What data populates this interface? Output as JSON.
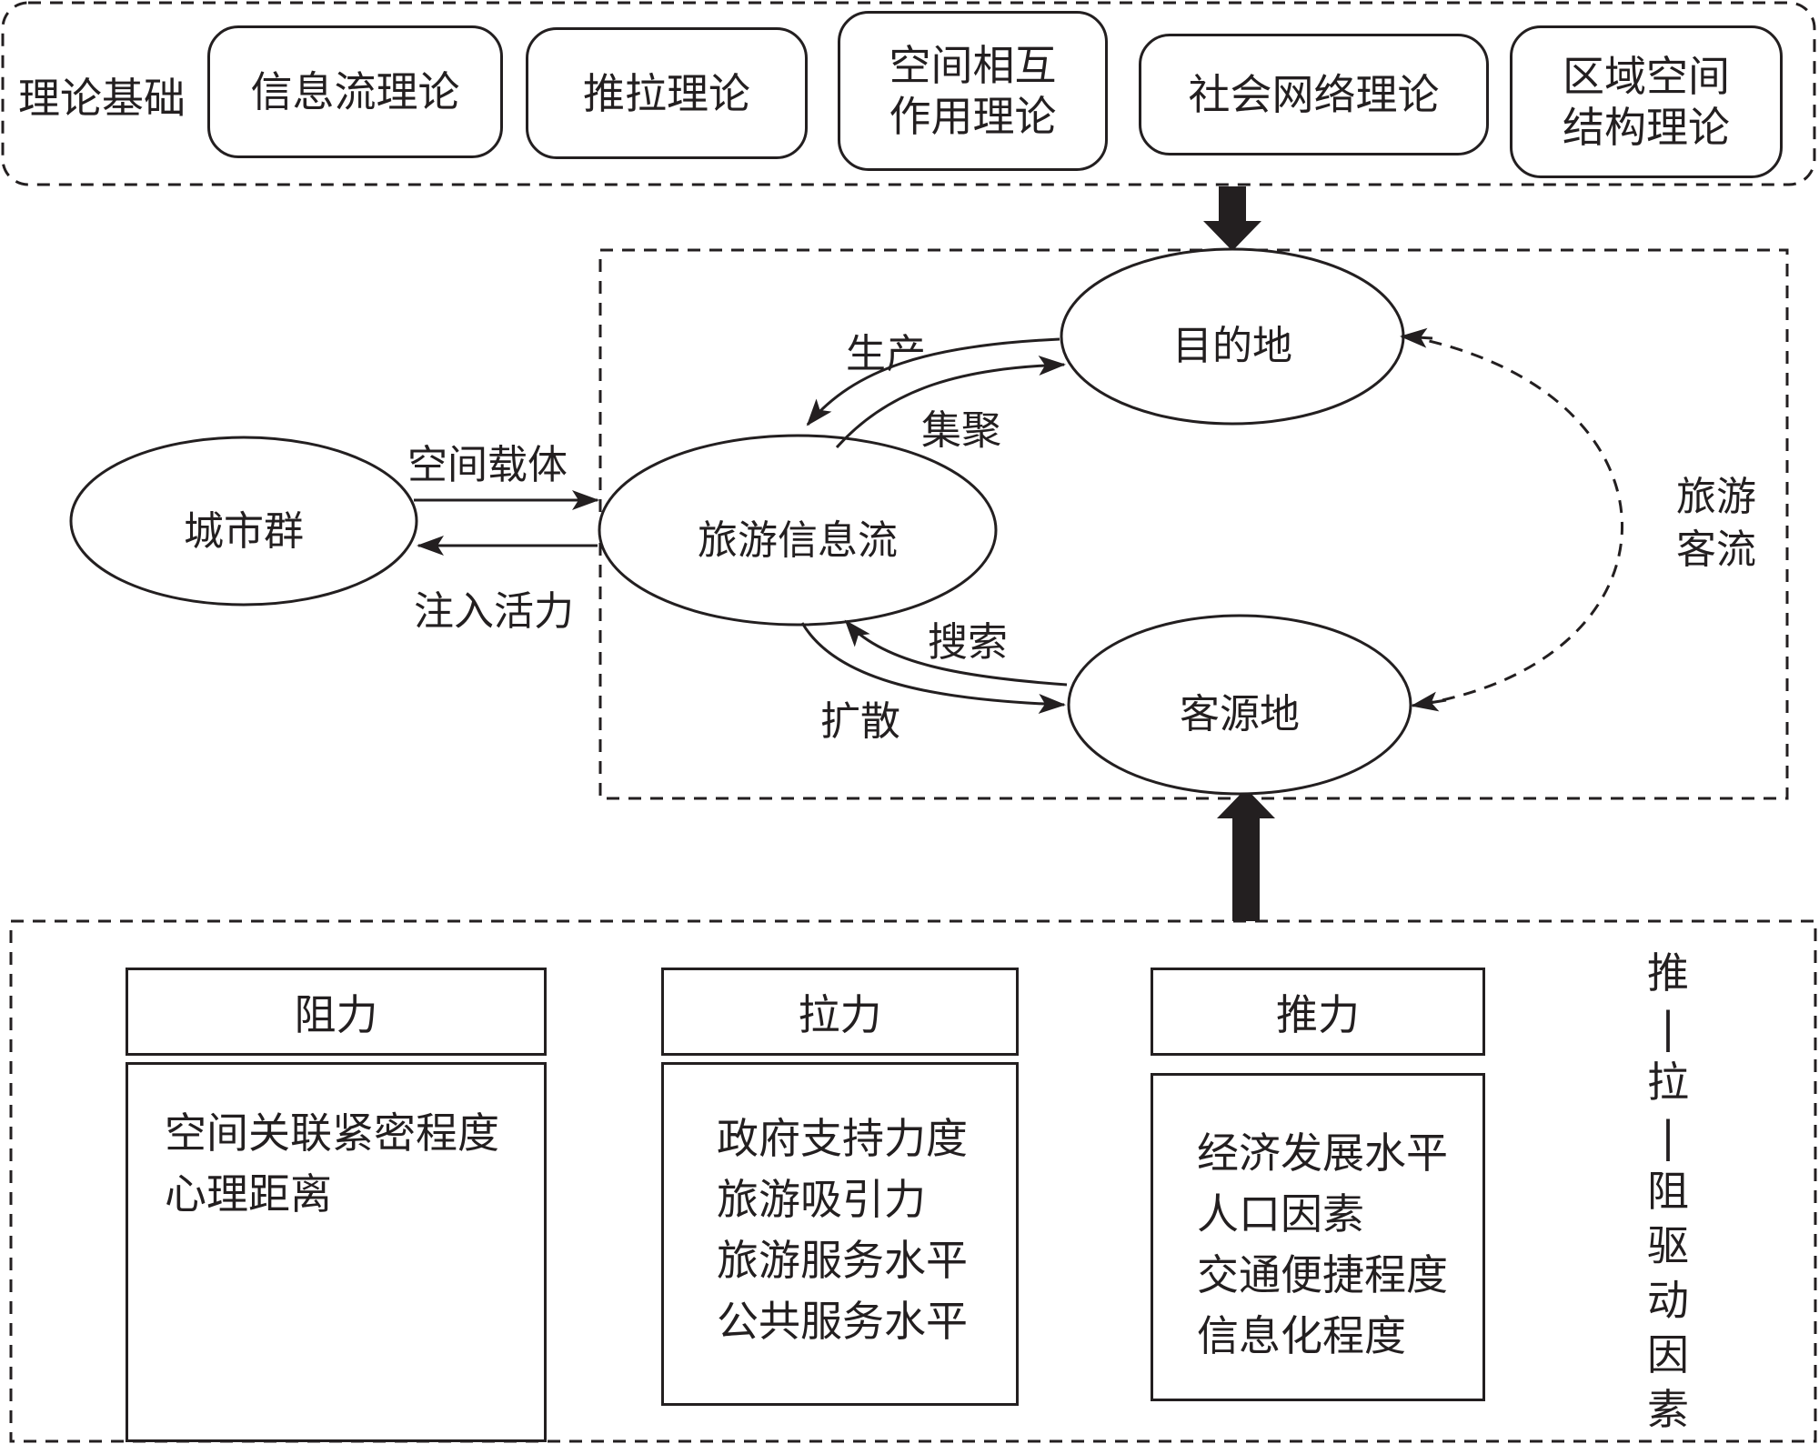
{
  "theory": {
    "label": "理论基础",
    "items": [
      "信息流理论",
      "推拉理论",
      "空间相互\n作用理论",
      "社会网络理论",
      "区域空间\n结构理论"
    ]
  },
  "nodes": {
    "city_cluster": "城市群",
    "info_flow": "旅游信息流",
    "destination": "目的地",
    "origin": "客源地"
  },
  "edges": {
    "spatial_carrier": "空间载体",
    "inject_vitality": "注入活力",
    "production": "生产",
    "agglomeration": "集聚",
    "search": "搜索",
    "diffusion": "扩散",
    "tourist_flow_1": "旅游",
    "tourist_flow_2": "客流"
  },
  "factors": {
    "resistance": {
      "title": "阻力",
      "items": [
        "空间关联紧密程度",
        "心理距离"
      ]
    },
    "pull": {
      "title": "拉力",
      "items": [
        "政府支持力度",
        "旅游吸引力",
        "旅游服务水平",
        "公共服务水平"
      ]
    },
    "push": {
      "title": "推力",
      "items": [
        "经济发展水平",
        "人口因素",
        "交通便捷程度",
        "信息化程度"
      ]
    }
  },
  "side_label": [
    "推",
    "|",
    "拉",
    "|",
    "阻",
    "驱",
    "动",
    "因",
    "素"
  ]
}
